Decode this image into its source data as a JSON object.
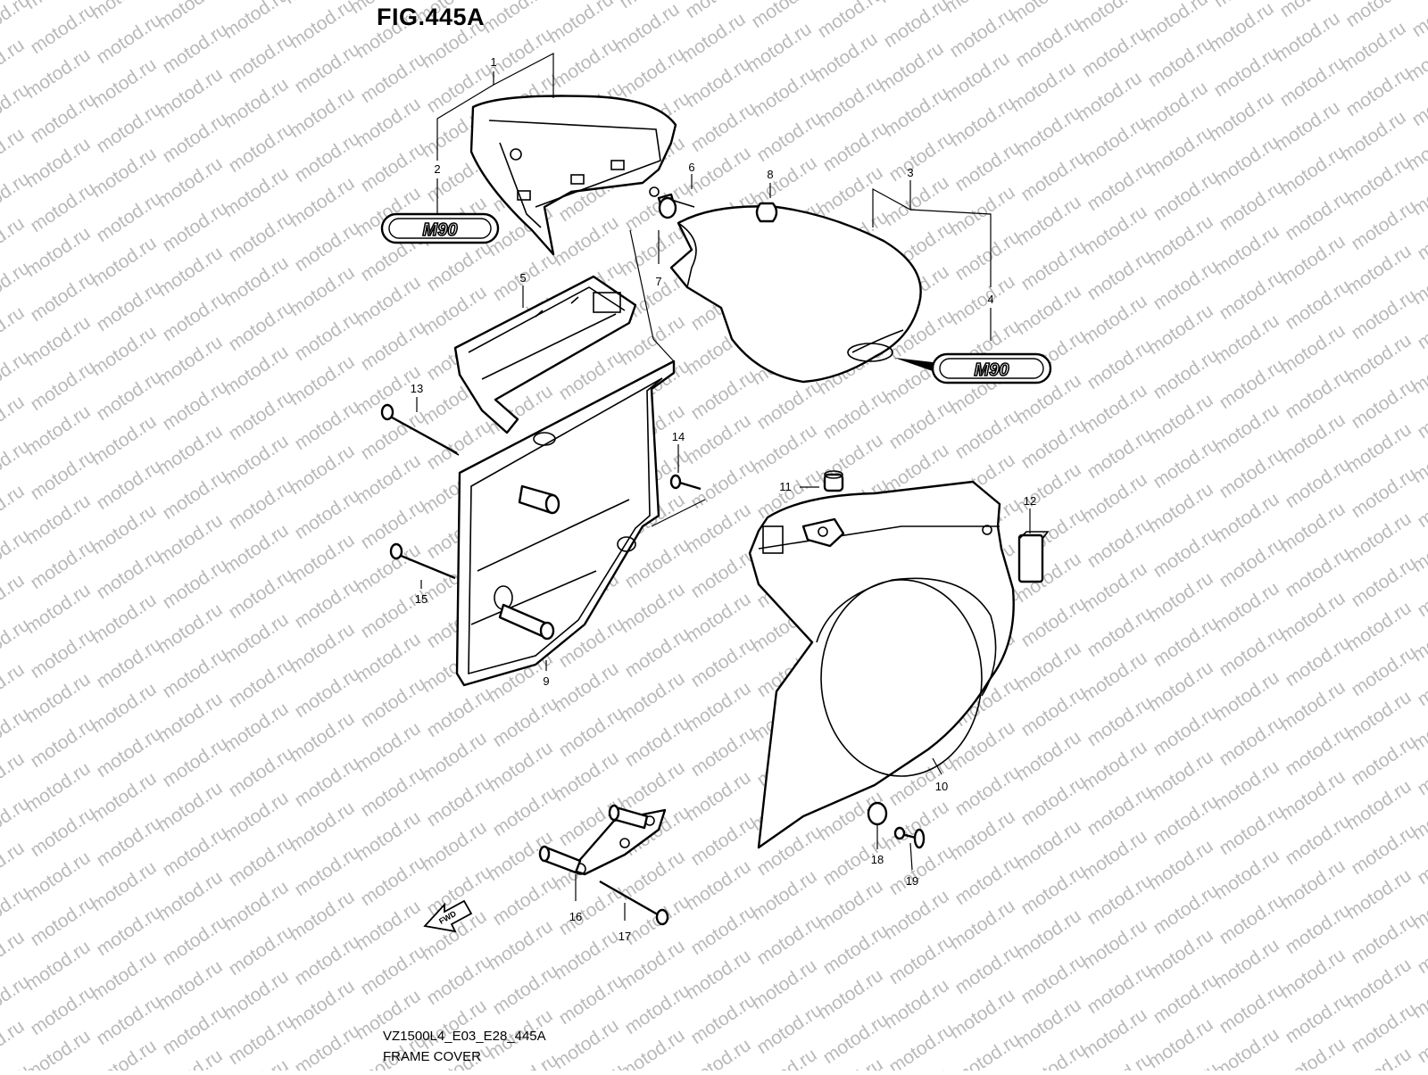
{
  "figure": {
    "title": "FIG.445A",
    "model_code": "VZ1500L4_E03_E28_445A",
    "name": "FRAME COVER"
  },
  "watermark": {
    "text": "motod.ru",
    "color": "#b9b9b9"
  },
  "emblems": {
    "left": "M90",
    "right": "M90"
  },
  "fwd_arrow": "FWD",
  "callouts": [
    "1",
    "2",
    "3",
    "4",
    "5",
    "6",
    "7",
    "8",
    "9",
    "10",
    "11",
    "12",
    "13",
    "14",
    "15",
    "16",
    "17",
    "18",
    "19"
  ]
}
